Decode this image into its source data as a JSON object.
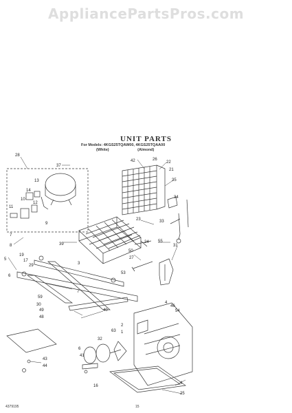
{
  "watermark": "AppliancePartsPros.com",
  "title": "UNIT PARTS",
  "models": {
    "prefix": "For Models:",
    "list": "4KGS25TQAW00, 4KGS25TQAA00",
    "variant_white": "(White)",
    "variant_almond": "(Almond)"
  },
  "footer": {
    "doc_number": "4379195",
    "page_number": "15"
  },
  "callouts": [
    {
      "id": "28"
    },
    {
      "id": "37"
    },
    {
      "id": "13"
    },
    {
      "id": "14"
    },
    {
      "id": "10"
    },
    {
      "id": "12"
    },
    {
      "id": "11"
    },
    {
      "id": "9"
    },
    {
      "id": "42"
    },
    {
      "id": "26"
    },
    {
      "id": "22"
    },
    {
      "id": "21"
    },
    {
      "id": "35"
    },
    {
      "id": "34"
    },
    {
      "id": "23"
    },
    {
      "id": "33"
    },
    {
      "id": "24"
    },
    {
      "id": "55"
    },
    {
      "id": "50"
    },
    {
      "id": "27"
    },
    {
      "id": "31"
    },
    {
      "id": "39"
    },
    {
      "id": "3"
    },
    {
      "id": "7"
    },
    {
      "id": "8"
    },
    {
      "id": "19"
    },
    {
      "id": "17"
    },
    {
      "id": "29"
    },
    {
      "id": "5"
    },
    {
      "id": "6"
    },
    {
      "id": "53"
    },
    {
      "id": "7"
    },
    {
      "id": "59"
    },
    {
      "id": "30"
    },
    {
      "id": "49"
    },
    {
      "id": "48"
    },
    {
      "id": "40"
    },
    {
      "id": "63"
    },
    {
      "id": "32"
    },
    {
      "id": "2"
    },
    {
      "id": "1"
    },
    {
      "id": "4"
    },
    {
      "id": "46"
    },
    {
      "id": "54"
    },
    {
      "id": "6"
    },
    {
      "id": "41"
    },
    {
      "id": "43"
    },
    {
      "id": "44"
    },
    {
      "id": "16"
    },
    {
      "id": "4"
    },
    {
      "id": "25"
    }
  ]
}
